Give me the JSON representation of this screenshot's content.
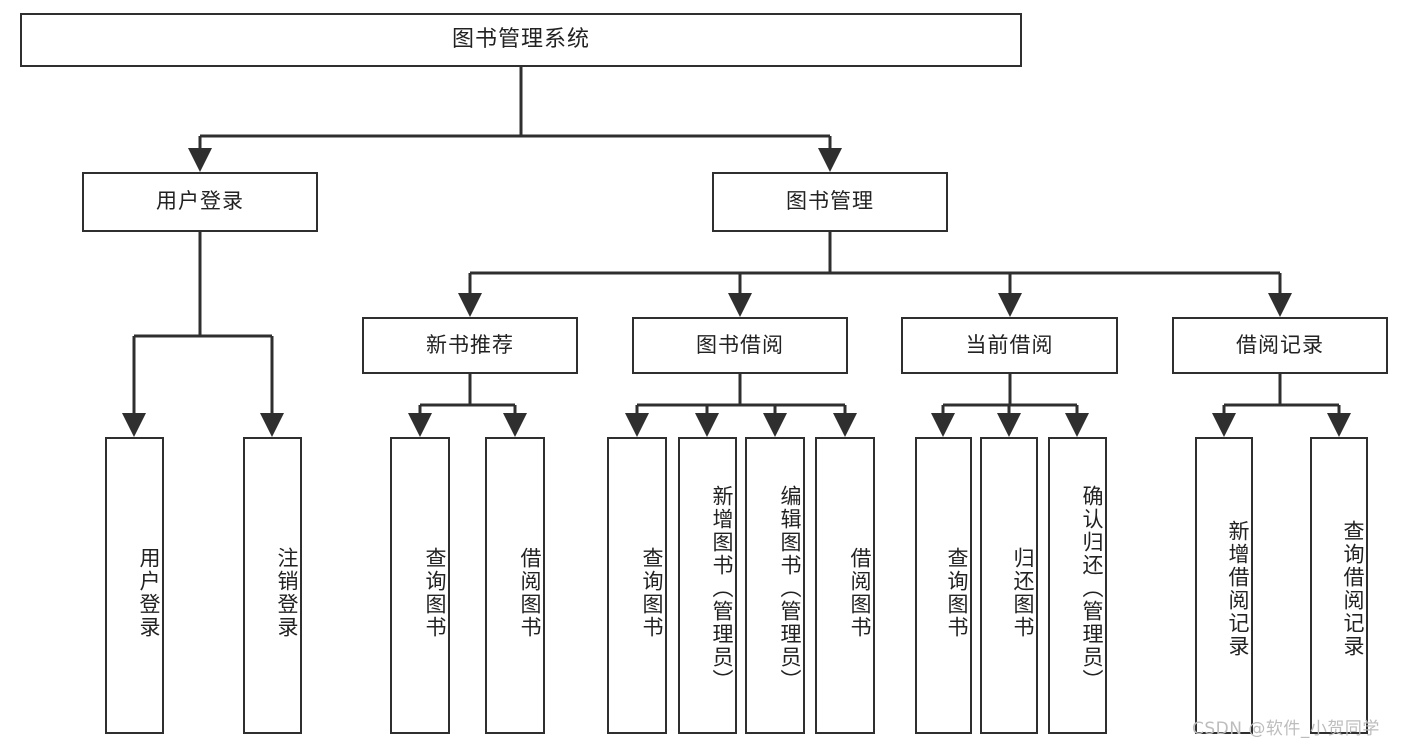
{
  "diagram": {
    "title": "图书管理系统",
    "watermark": "CSDN @软件_小贺同学",
    "colors": {
      "stroke": "#2f2f2f",
      "fill": "#ffffff",
      "text": "#222222",
      "watermark": "#bdbdbd"
    },
    "levels": {
      "root": {
        "label": "图书管理系统"
      },
      "level1": [
        {
          "label": "用户登录"
        },
        {
          "label": "图书管理"
        }
      ],
      "level2": [
        {
          "label": "新书推荐"
        },
        {
          "label": "图书借阅"
        },
        {
          "label": "当前借阅"
        },
        {
          "label": "借阅记录"
        }
      ],
      "leaves": {
        "user_login": [
          {
            "label": "用户登录"
          },
          {
            "label": "注销登录"
          }
        ],
        "new_book_recommend": [
          {
            "label": "查询图书"
          },
          {
            "label": "借阅图书"
          }
        ],
        "book_borrow": [
          {
            "label": "查询图书"
          },
          {
            "label": "新增图书（管理员）"
          },
          {
            "label": "编辑图书（管理员）"
          },
          {
            "label": "借阅图书"
          }
        ],
        "current_borrow": [
          {
            "label": "查询图书"
          },
          {
            "label": "归还图书"
          },
          {
            "label": "确认归还（管理员）"
          }
        ],
        "borrow_record": [
          {
            "label": "新增借阅记录"
          },
          {
            "label": "查询借阅记录"
          }
        ]
      }
    }
  }
}
